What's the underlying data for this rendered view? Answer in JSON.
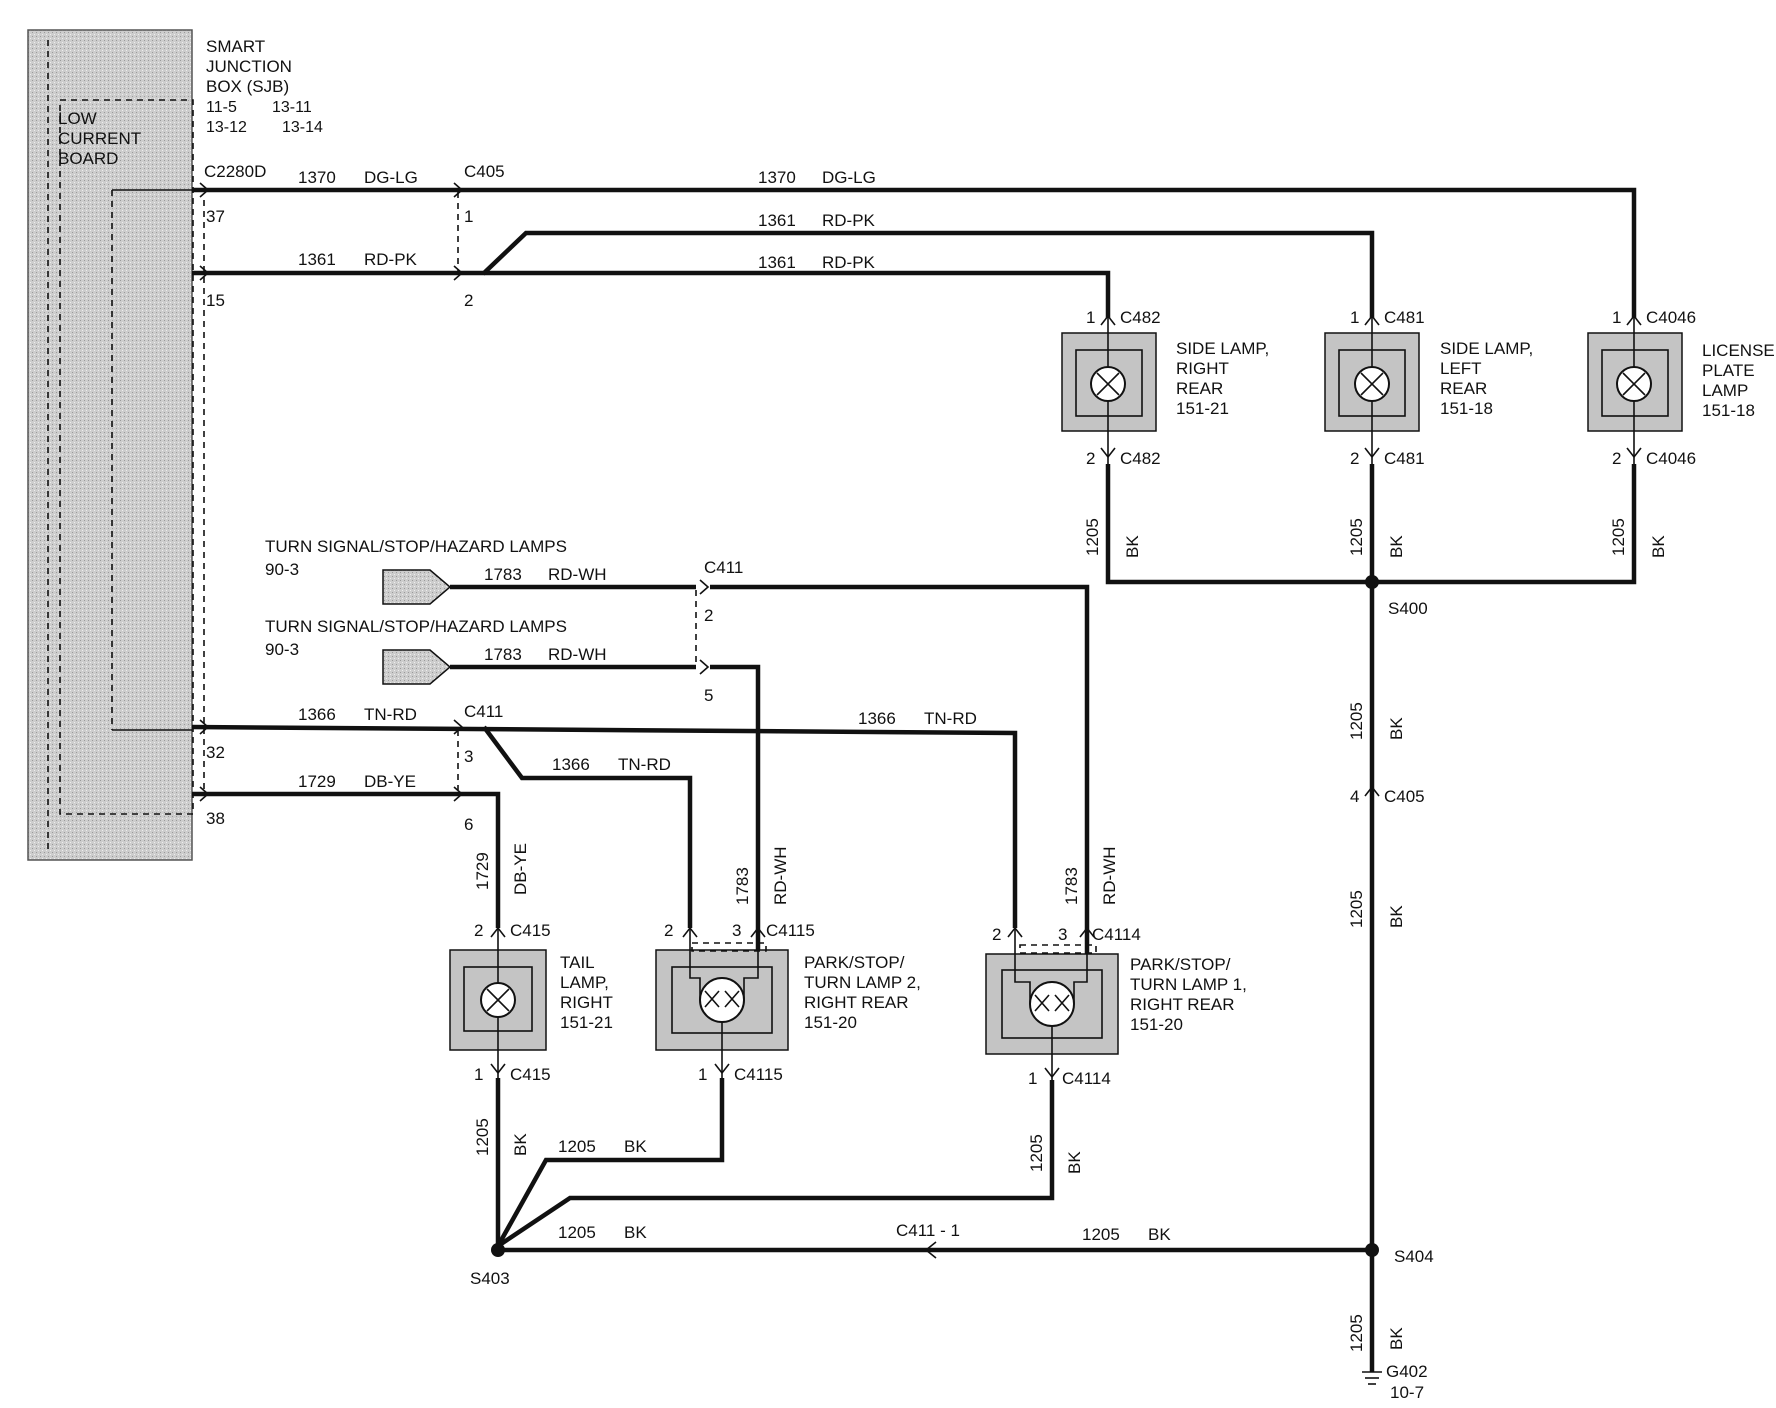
{
  "sjb": {
    "title_lines": [
      "SMART",
      "JUNCTION",
      "BOX (SJB)"
    ],
    "refs": [
      "11-5",
      "13-11",
      "13-12",
      "13-14"
    ],
    "board_lines": [
      "LOW",
      "CURRENT",
      "BOARD"
    ],
    "connector": "C2280D",
    "pins": [
      "37",
      "15",
      "32",
      "38"
    ]
  },
  "wires": {
    "w1370": {
      "circuit": "1370",
      "color": "DG-LG"
    },
    "w1361": {
      "circuit": "1361",
      "color": "RD-PK"
    },
    "w1366": {
      "circuit": "1366",
      "color": "TN-RD"
    },
    "w1729": {
      "circuit": "1729",
      "color": "DB-YE"
    },
    "w1783": {
      "circuit": "1783",
      "color": "RD-WH"
    },
    "w1205": {
      "circuit": "1205",
      "color": "BK"
    }
  },
  "connectors": {
    "c405": "C405",
    "c411": "C411",
    "c411_1": "C411  -  1",
    "c482": "C482",
    "c481": "C481",
    "c4046": "C4046",
    "c415": "C415",
    "c4115": "C4115",
    "c4114": "C4114"
  },
  "pins": {
    "p1": "1",
    "p2": "2",
    "p3": "3",
    "p4": "4",
    "p5": "5",
    "p6": "6"
  },
  "turn_signal": {
    "label": "TURN SIGNAL/STOP/HAZARD LAMPS",
    "ref": "90-3"
  },
  "lamps": {
    "side_rr": [
      "SIDE LAMP,",
      "RIGHT",
      "REAR",
      "151-21"
    ],
    "side_lr": [
      "SIDE LAMP,",
      "LEFT",
      "REAR",
      "151-18"
    ],
    "license": [
      "LICENSE",
      "PLATE",
      "LAMP",
      "151-18"
    ],
    "tail_r": [
      "TAIL",
      "LAMP,",
      "RIGHT",
      "151-21"
    ],
    "pst2": [
      "PARK/STOP/",
      "TURN LAMP 2,",
      "RIGHT REAR",
      "151-20"
    ],
    "pst1": [
      "PARK/STOP/",
      "TURN LAMP 1,",
      "RIGHT REAR",
      "151-20"
    ]
  },
  "splices": {
    "s400": "S400",
    "s403": "S403",
    "s404": "S404"
  },
  "ground": {
    "name": "G402",
    "ref": "10-7"
  }
}
